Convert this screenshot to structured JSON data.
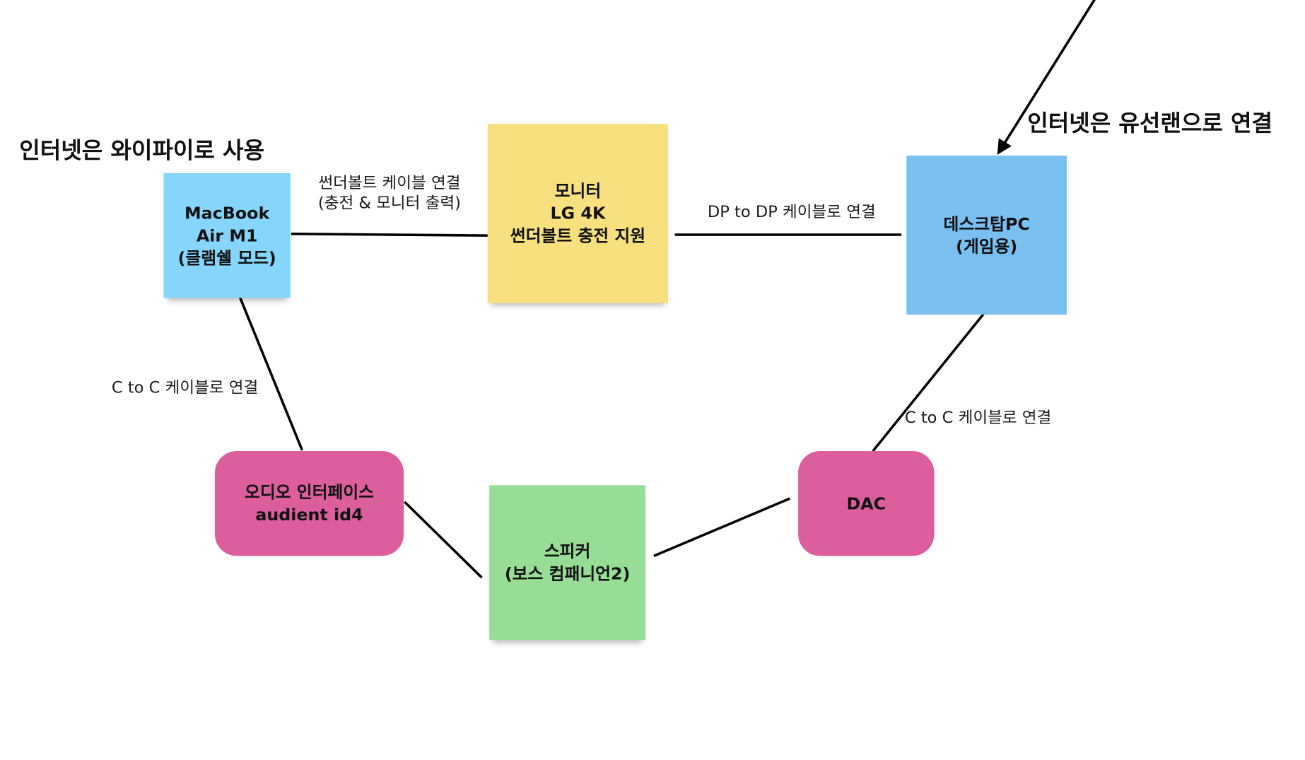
{
  "headings": {
    "wifi": "인터넷은 와이파이로 사용",
    "wired": "인터넷은 유선랜으로 연결"
  },
  "nodes": {
    "macbook": {
      "label": "MacBook\nAir M1\n(클램쉘 모드)",
      "color": "#86d5fb"
    },
    "monitor": {
      "label": "모니터\nLG 4K\n썬더볼트 충전 지원",
      "color": "#f8e07e"
    },
    "desktop": {
      "label": "데스크탑PC\n(게임용)",
      "color": "#79c0f1"
    },
    "audio_interface": {
      "label": "오디오 인터페이스\naudient id4",
      "color": "#dc5e9c"
    },
    "speaker": {
      "label": "스피커\n(보스 컴패니언2)",
      "color": "#98dd96"
    },
    "dac": {
      "label": "DAC",
      "color": "#dc5e9c"
    }
  },
  "edge_labels": {
    "thunderbolt": "썬더볼트 케이블 연결\n(충전 & 모니터 출력)",
    "dp": "DP to DP 케이블로 연결",
    "c_to_c_left": "C to C 케이블로 연결",
    "c_to_c_right": "C to C 케이블로 연결"
  },
  "colors": {
    "line": "#000000",
    "text": "#111111"
  }
}
